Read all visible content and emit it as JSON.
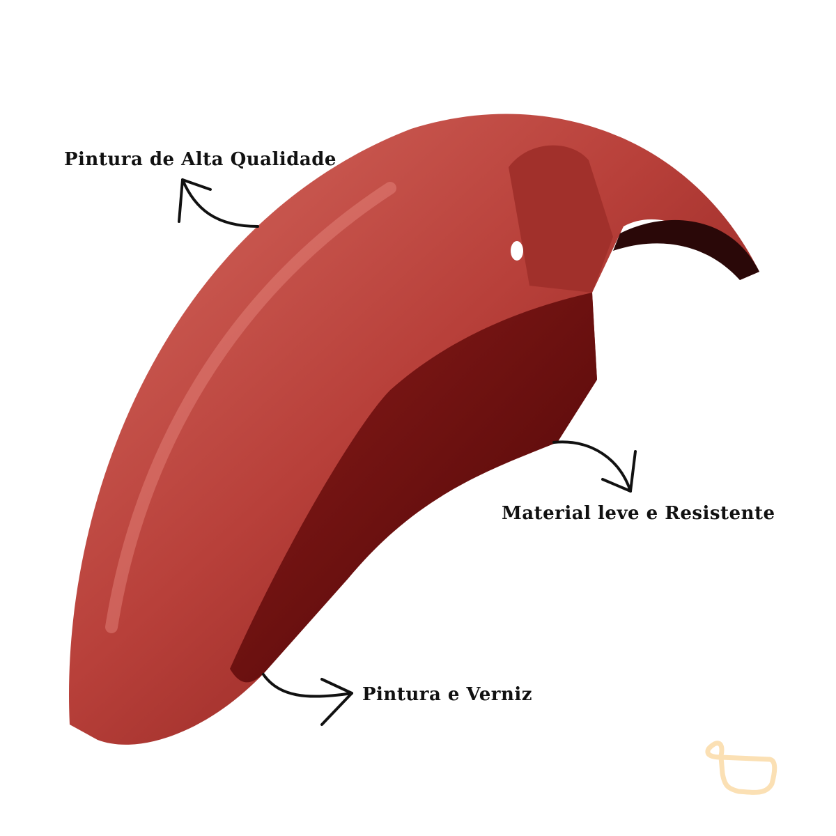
{
  "annotations": {
    "top_left": "Pintura de Alta Qualidade",
    "right": "Material leve e Resistente",
    "bottom": "Pintura e Verniz"
  },
  "colors": {
    "fender_light": "#c8504a",
    "fender_mid": "#9e2a26",
    "fender_dark": "#5e0a0a",
    "underside": "#2a0808",
    "logo": "#fbe0b4"
  },
  "icons": [
    "arrow-icon",
    "logo-icon"
  ]
}
